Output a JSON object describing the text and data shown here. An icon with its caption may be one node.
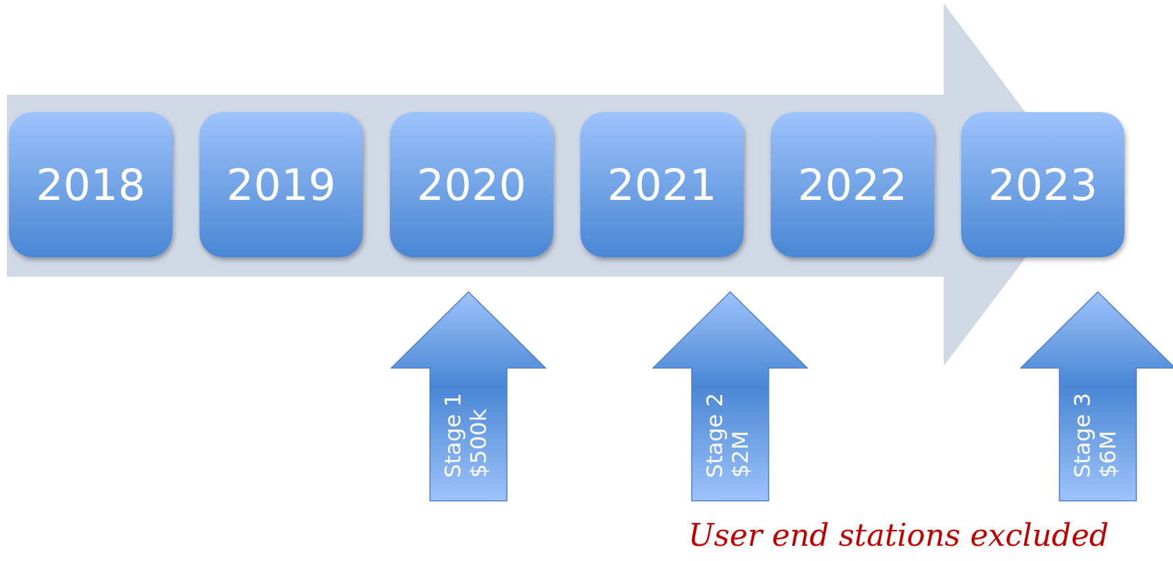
{
  "diagram": {
    "nodes": [
      {
        "text": [
          "2018"
        ]
      },
      {
        "text": [
          "2019"
        ]
      },
      {
        "text": [
          "2020"
        ]
      },
      {
        "text": [
          "2021"
        ]
      },
      {
        "text": [
          "2022"
        ]
      },
      {
        "text": [
          "2023"
        ]
      },
      {
        "text": [
          "Stage 1 $500k"
        ]
      },
      {
        "text": [
          "Stage 2 $2M"
        ]
      },
      {
        "text": [
          "Stage 3 $6M"
        ]
      }
    ],
    "labels": [
      "User end stations excluded"
    ]
  }
}
